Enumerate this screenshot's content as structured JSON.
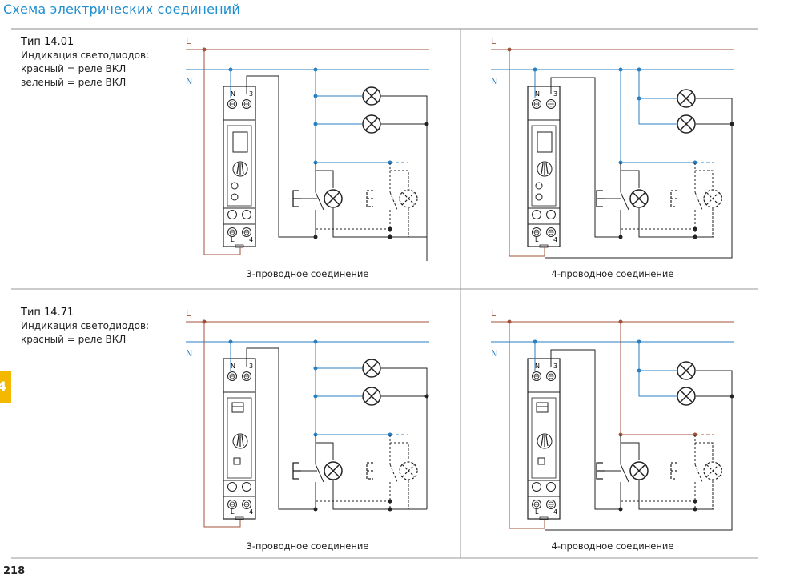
{
  "page_title": "Схема электрических соединений",
  "page_number": "218",
  "section_tab": "4",
  "colors": {
    "accent_blue": "#1f8fcf",
    "wire_L": "#a0513a",
    "wire_N": "#2a7fc0",
    "tab_yellow": "#f5b800"
  },
  "labels": {
    "L": "L",
    "N": "N",
    "term_N": "N",
    "term_3": "3",
    "term_L": "L",
    "term_4": "4"
  },
  "type_14_01": {
    "title": "Тип 14.01",
    "line1": "Индикация светодиодов:",
    "line2": "красный = реле ВКЛ",
    "line3": "зеленый = реле ВКЛ"
  },
  "type_14_71": {
    "title": "Тип 14.71",
    "line1": "Индикация светодиодов:",
    "line2": "красный = реле ВКЛ"
  },
  "captions": {
    "three_wire": "3-проводное соединение",
    "four_wire": "4-проводное соединение"
  }
}
